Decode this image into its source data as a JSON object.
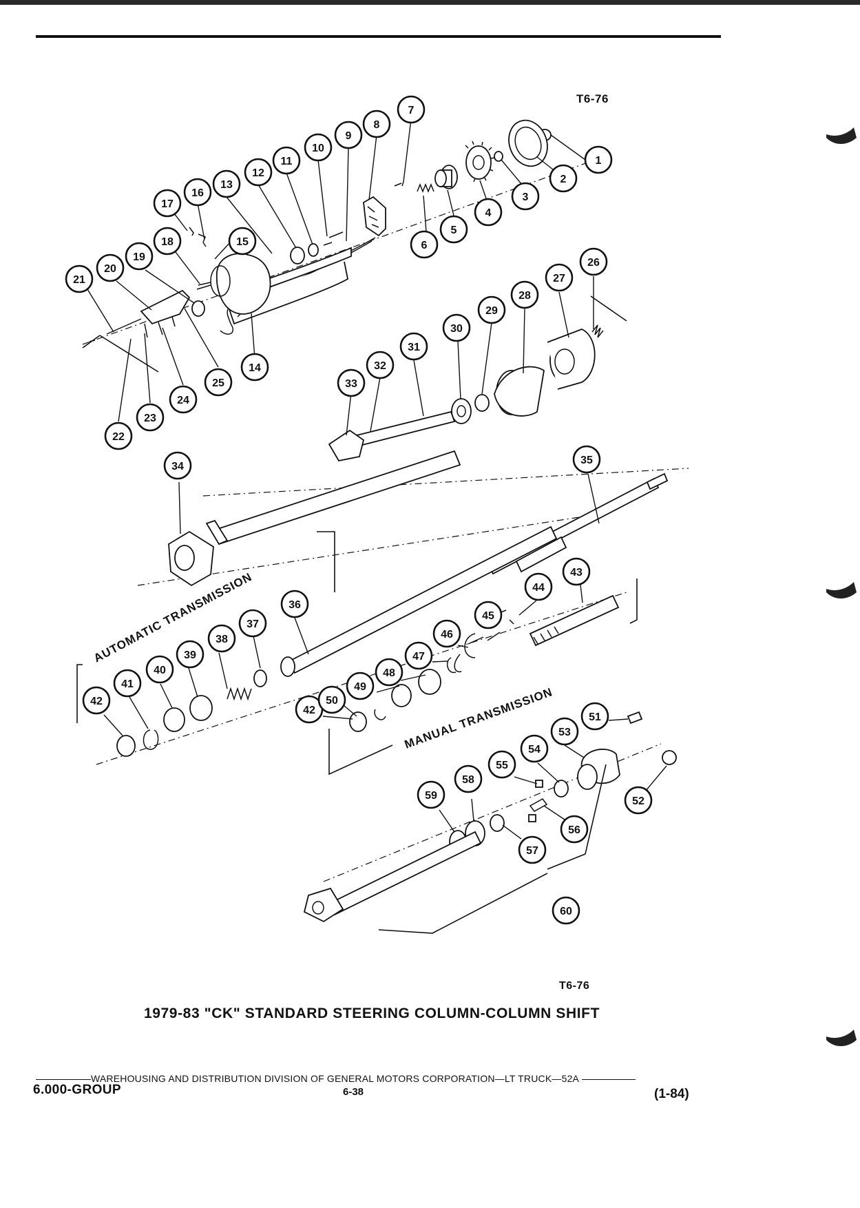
{
  "figure_code_top": "T6-76",
  "figure_code_bottom": "T6-76",
  "caption": "1979-83 \"CK\" STANDARD STEERING COLUMN-COLUMN SHIFT",
  "labels": {
    "automatic": "AUTOMATIC TRANSMISSION",
    "manual": "MANUAL TRANSMISSION"
  },
  "callouts": [
    "1",
    "2",
    "3",
    "4",
    "5",
    "6",
    "7",
    "8",
    "9",
    "10",
    "11",
    "12",
    "13",
    "14",
    "15",
    "16",
    "17",
    "18",
    "19",
    "20",
    "21",
    "22",
    "23",
    "24",
    "25",
    "26",
    "27",
    "28",
    "29",
    "30",
    "31",
    "32",
    "33",
    "34",
    "35",
    "36",
    "37",
    "38",
    "39",
    "40",
    "41",
    "42",
    "43",
    "44",
    "45",
    "46",
    "47",
    "48",
    "49",
    "50",
    "51",
    "52",
    "53",
    "54",
    "55",
    "56",
    "57",
    "58",
    "59",
    "60"
  ],
  "callout_42_second": "42",
  "footer": {
    "line": "WAREHOUSING AND DISTRIBUTION  DIVISION OF GENERAL MOTORS CORPORATION—LT TRUCK—52A",
    "group": "6.000-GROUP",
    "page": "6-38",
    "date": "(1-84)"
  }
}
